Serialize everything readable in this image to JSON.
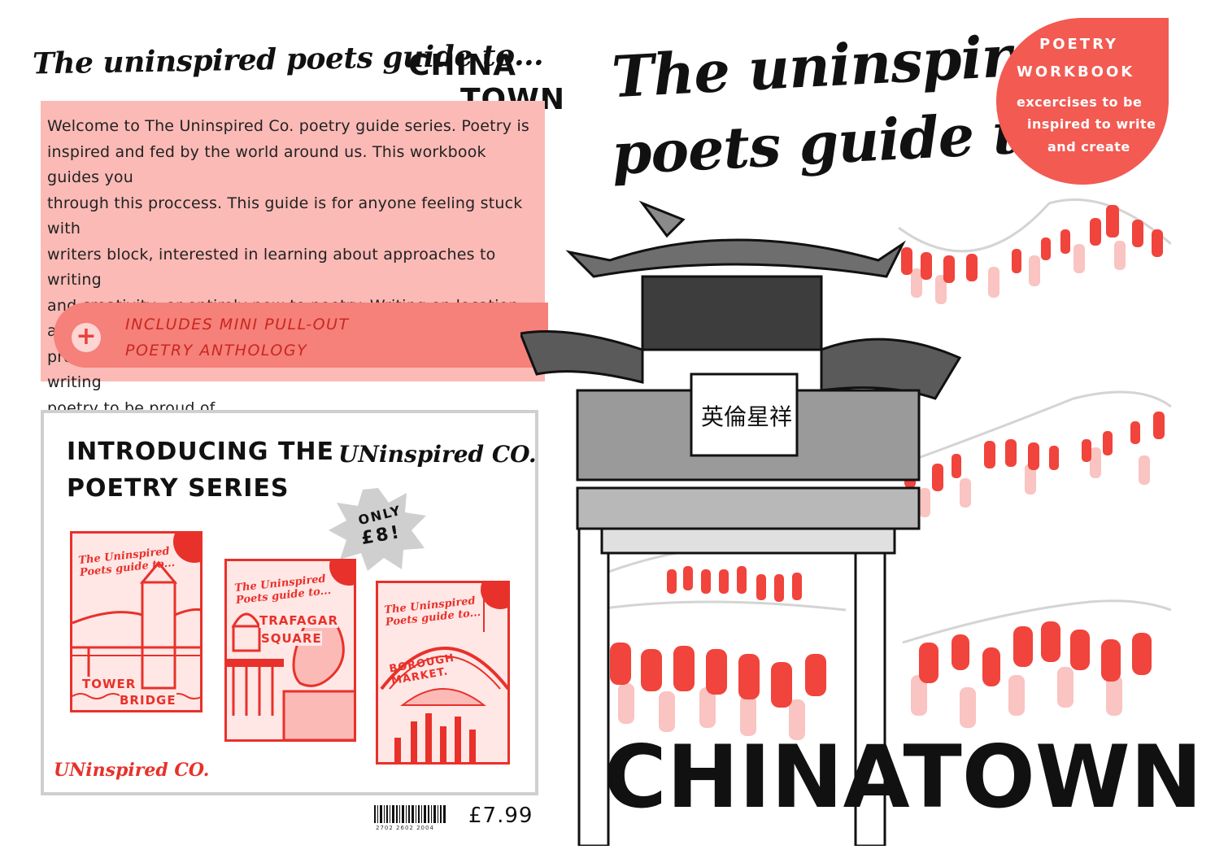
{
  "back_cover": {
    "title_script": "The uninspired poets guide to...",
    "title_place_line1": "CHINA",
    "title_place_line2": "TOWN",
    "intro_lines": [
      "Welcome to The Uninspired Co. poetry guide series. Poetry is",
      "inspired and fed by the world around us. This workbook guides you",
      "through this proccess. This guide is for anyone feeling stuck with",
      "writers block, interested in learning about approaches to writing",
      "and creativity, or entirely new to poetry. Writing on location and the",
      "proccess of exploring a new place is excellent catalyst for writing",
      "poetry to be proud of."
    ],
    "pullout_plus": "+",
    "pullout_line1": "INCLUDES MINI PULL-OUT",
    "pullout_line2": "POETRY ANTHOLOGY",
    "series_title_line1": "INTRODUCING THE",
    "series_brand_inline": "UNinspired CO.",
    "series_title_line2": "POETRY SERIES",
    "burst_line1": "ONLY",
    "burst_line2": "£8!",
    "mini_books": [
      {
        "script_line1": "The Uninspired",
        "script_line2": "Poets guide to...",
        "label_line1": "TOWER",
        "label_line2": "BRIDGE"
      },
      {
        "script_line1": "The Uninspired",
        "script_line2": "Poets guide to...",
        "label_line1": "TRAFAGAR",
        "label_line2": "SQUARE"
      },
      {
        "script_line1": "The Uninspired",
        "script_line2": "Poets guide to...",
        "label_line1": "BOROUGH MARKET.",
        "label_line2": ""
      }
    ],
    "brand_bottom": "UNinspired CO.",
    "barcode_number": "2702 2602 2004",
    "price": "£7.99"
  },
  "front_cover": {
    "title_line1": "The uninspired",
    "title_line2": "poets guide to...",
    "badge_line1": "POETRY",
    "badge_line2": "WORKBOOK",
    "badge_line3": "excercises to be",
    "badge_line4": "inspired to write",
    "badge_line5": "and create",
    "gate_sign": "英倫星祥",
    "place_name": "CHINATOWN"
  },
  "colors": {
    "pink_light": "#fbbab6",
    "pink_banner": "#f6807a",
    "red": "#e8312a",
    "badge_red": "#f25a52",
    "lantern_red": "#f0443c",
    "lantern_pale": "#f9c4c1",
    "ink": "#111111"
  }
}
